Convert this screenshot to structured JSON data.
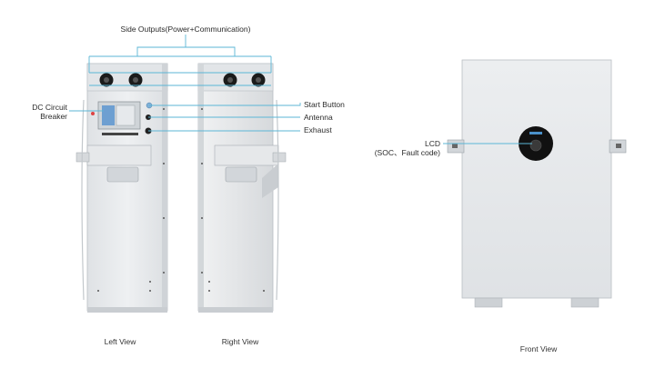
{
  "labels": {
    "side_outputs": "Side Outputs(Power+Communication)",
    "dc_breaker_line1": "DC Circuit",
    "dc_breaker_line2": "Breaker",
    "start_button": "Start Button",
    "antenna": "Antenna",
    "exhaust": "Exhaust",
    "lcd_line1": "LCD",
    "lcd_line2": "(SOC、Fault code)"
  },
  "views": {
    "left": "Left View",
    "right": "Right View",
    "front": "Front View"
  },
  "colors": {
    "callout_line": "#5bb6d6",
    "cabinet_face": "#e9ebed",
    "cabinet_edge": "#bfc4c8",
    "lcd_bezel": "#111111"
  }
}
